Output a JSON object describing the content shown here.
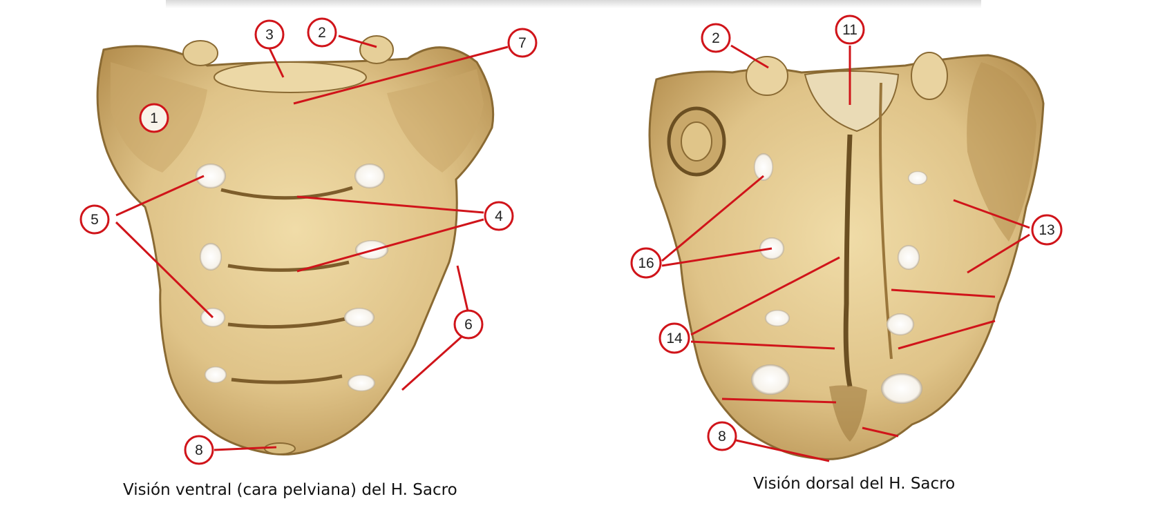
{
  "figures": [
    {
      "id": "ventral",
      "caption": "Visión ventral (cara pelviana) del H. Sacro",
      "labels": [
        "1",
        "3",
        "2",
        "7",
        "5",
        "4",
        "6",
        "8"
      ]
    },
    {
      "id": "dorsal",
      "caption": "Visión dorsal del H. Sacro",
      "labels": [
        "2",
        "11",
        "16",
        "13",
        "14",
        "8"
      ]
    }
  ],
  "colors": {
    "bone": "#e0c589",
    "bone_shadow": "#a07c3f",
    "bone_dark": "#6b4f22",
    "leader_line": "#d0141a",
    "label_ring": "#d0141a",
    "label_fill": "#ffffff"
  }
}
